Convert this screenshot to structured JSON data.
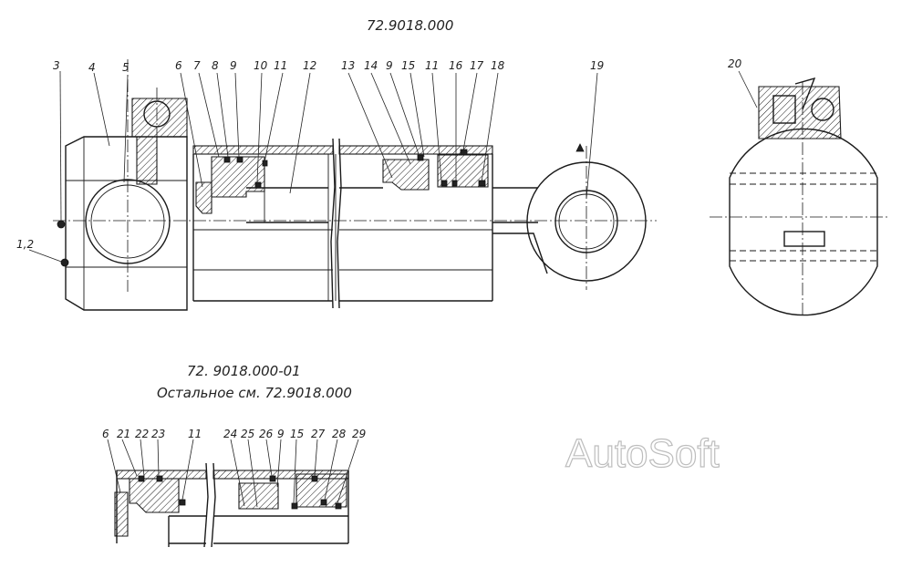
{
  "drawing": {
    "main_title": "72.9018.000",
    "variant_title": "72. 9018.000-01",
    "variant_note": "Остальное см. 72.9018.000",
    "watermark": "AutoSoft"
  },
  "callouts_main": [
    "3",
    "4",
    "5",
    "6",
    "7",
    "8",
    "9",
    "10",
    "11",
    "12",
    "13",
    "14",
    "9",
    "15",
    "11",
    "16",
    "17",
    "18",
    "19"
  ],
  "callout_left": "1,2",
  "callout_side": "20",
  "callouts_variant": [
    "6",
    "21",
    "22",
    "23",
    "11",
    "24",
    "25",
    "26",
    "9",
    "15",
    "27",
    "28",
    "29"
  ]
}
